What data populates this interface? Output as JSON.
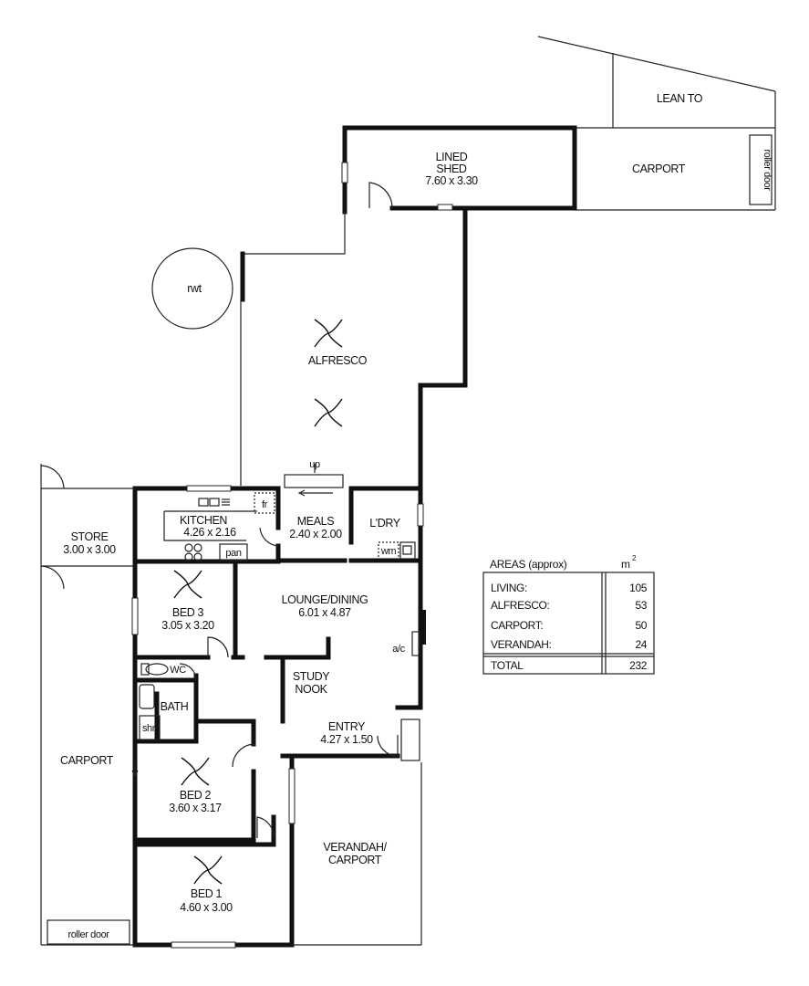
{
  "rooms": {
    "lean_to": "LEAN TO",
    "shed_l1": "LINED",
    "shed_l2": "SHED",
    "shed_dim": "7.60 x 3.30",
    "carport_top": "CARPORT",
    "roller_door_top": "roller door",
    "rwt": "rwt",
    "alfresco": "ALFRESCO",
    "up": "up",
    "store": "STORE",
    "store_dim": "3.00 x 3.00",
    "kitchen": "KITCHEN",
    "kitchen_dim": "4.26 x 2.16",
    "fr": "fr",
    "pan": "pan",
    "meals": "MEALS",
    "meals_dim": "2.40 x 2.00",
    "laundry": "L'DRY",
    "wm": "wm",
    "bed3": "BED 3",
    "bed3_dim": "3.05 x 3.20",
    "lounge": "LOUNGE/DINING",
    "lounge_dim": "6.01 x 4.87",
    "ac": "a/c",
    "wc": "WC",
    "study_l1": "STUDY",
    "study_l2": "NOOK",
    "bath": "BATH",
    "shr": "shr",
    "entry": "ENTRY",
    "entry_dim": "4.27 x 1.50",
    "carport_left": "CARPORT",
    "bed2": "BED 2",
    "bed2_dim": "3.60 x 3.17",
    "verandah_l1": "VERANDAH/",
    "verandah_l2": "CARPORT",
    "bed1": "BED 1",
    "bed1_dim": "4.60 x 3.00",
    "roller_door_bottom": "roller door"
  },
  "areas": {
    "title": "AREAS (approx)",
    "unit": "m",
    "unit_sup": "2",
    "rows": [
      {
        "label": "LIVING:",
        "value": "105"
      },
      {
        "label": "ALFRESCO:",
        "value": "53"
      },
      {
        "label": "CARPORT:",
        "value": "50"
      },
      {
        "label": "VERANDAH:",
        "value": "24"
      }
    ],
    "total_label": "TOTAL",
    "total_value": "232"
  }
}
